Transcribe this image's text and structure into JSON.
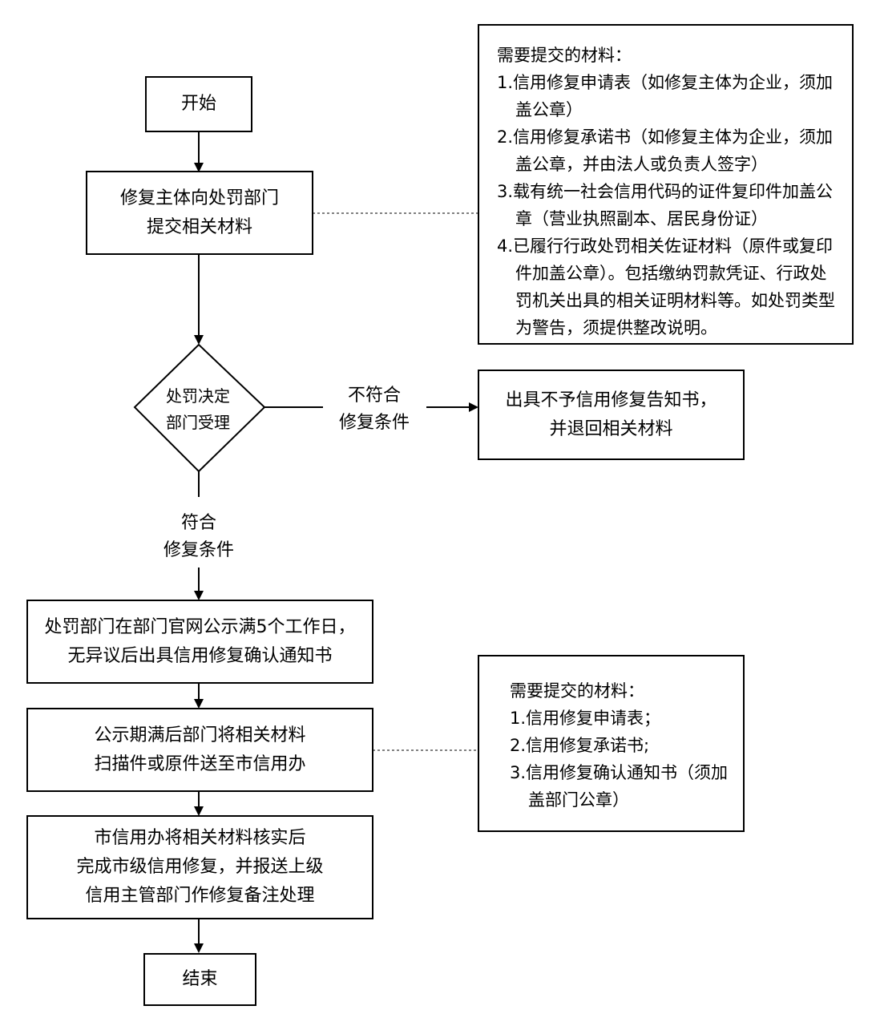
{
  "nodes": {
    "start": {
      "text": "开始"
    },
    "submit": {
      "lines": [
        "修复主体向处罚部门",
        "提交相关材料"
      ]
    },
    "decision": {
      "lines": [
        "处罚决定",
        "部门受理"
      ]
    },
    "reject": {
      "lines": [
        "出具不予信用修复告知书，",
        "并退回相关材料"
      ]
    },
    "publicize": {
      "lines": [
        "处罚部门在部门官网公示满5个工作日，",
        "无异议后出具信用修复确认通知书"
      ]
    },
    "forward": {
      "lines": [
        "公示期满后部门将相关材料",
        "扫描件或原件送至市信用办"
      ]
    },
    "complete": {
      "lines": [
        "市信用办将相关材料核实后",
        "完成市级信用修复，并报送上级",
        "信用主管部门作修复备注处理"
      ]
    },
    "end": {
      "text": "结束"
    }
  },
  "edge_labels": {
    "not_meet": {
      "lines": [
        "不符合",
        "修复条件"
      ]
    },
    "meet": {
      "lines": [
        "符合",
        "修复条件"
      ]
    }
  },
  "notes": {
    "materials_1": {
      "title": "需要提交的材料：",
      "items": [
        "1.信用修复申请表（如修复主体为企业，须加盖公章）",
        "2.信用修复承诺书（如修复主体为企业，须加盖公章，并由法人或负责人签字）",
        "3.载有统一社会信用代码的证件复印件加盖公章（营业执照副本、居民身份证）",
        "4.已履行行政处罚相关佐证材料（原件或复印件加盖公章）。包括缴纳罚款凭证、行政处罚机关出具的相关证明材料等。如处罚类型为警告，须提供整改说明。"
      ]
    },
    "materials_2": {
      "title": "需要提交的材料：",
      "items": [
        "1.信用修复申请表；",
        "2.信用修复承诺书;",
        "3.信用修复确认通知书（须加盖部门公章）"
      ]
    }
  },
  "colors": {
    "stroke": "#000000",
    "background": "#ffffff"
  }
}
